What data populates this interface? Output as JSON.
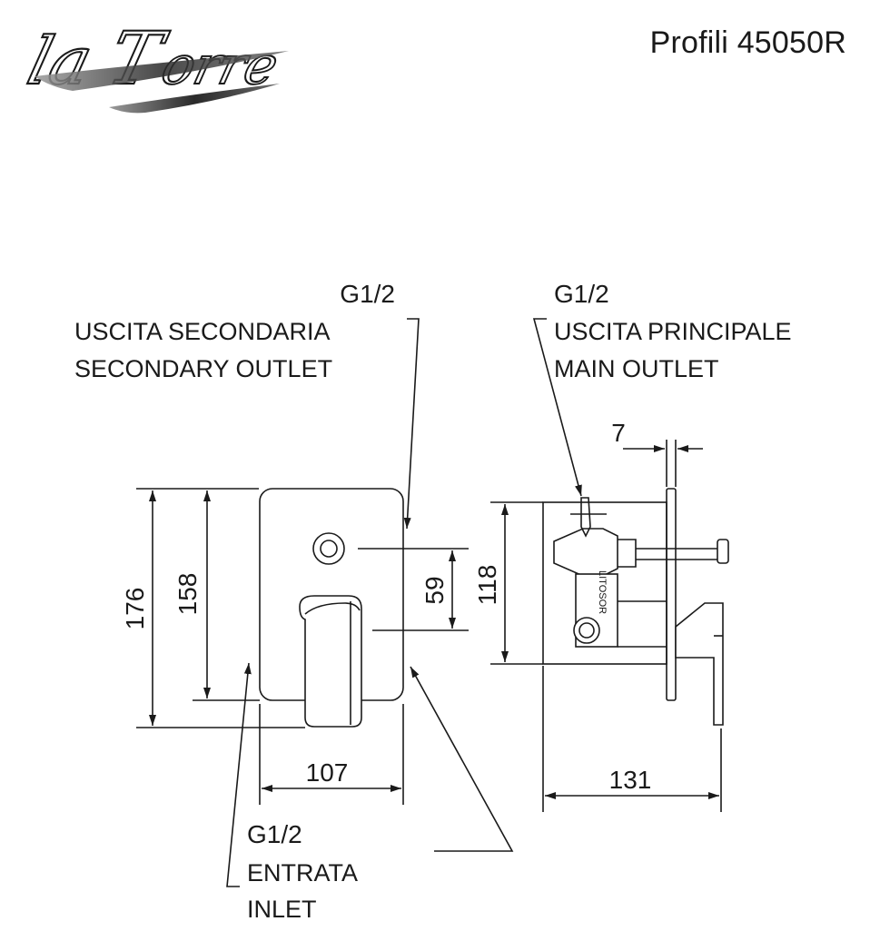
{
  "header": {
    "brand_logo_text": "laTorre",
    "product_title": "Profili 45050R"
  },
  "callouts": {
    "secondary_outlet": {
      "thread": "G1/2",
      "label_it": "USCITA SECONDARIA",
      "label_en": "SECONDARY OUTLET"
    },
    "main_outlet": {
      "thread": "G1/2",
      "label_it": "USCITA PRINCIPALE",
      "label_en": "MAIN OUTLET"
    },
    "inlet": {
      "thread": "G1/2",
      "label_it": "ENTRATA",
      "label_en": "INLET"
    }
  },
  "dimensions": {
    "overall_height": "176",
    "plate_height": "158",
    "outlet_spacing": "59",
    "body_height": "118",
    "plate_width": "107",
    "total_depth": "131",
    "plate_thickness": "7"
  },
  "body_marking": "LITOSOR"
}
